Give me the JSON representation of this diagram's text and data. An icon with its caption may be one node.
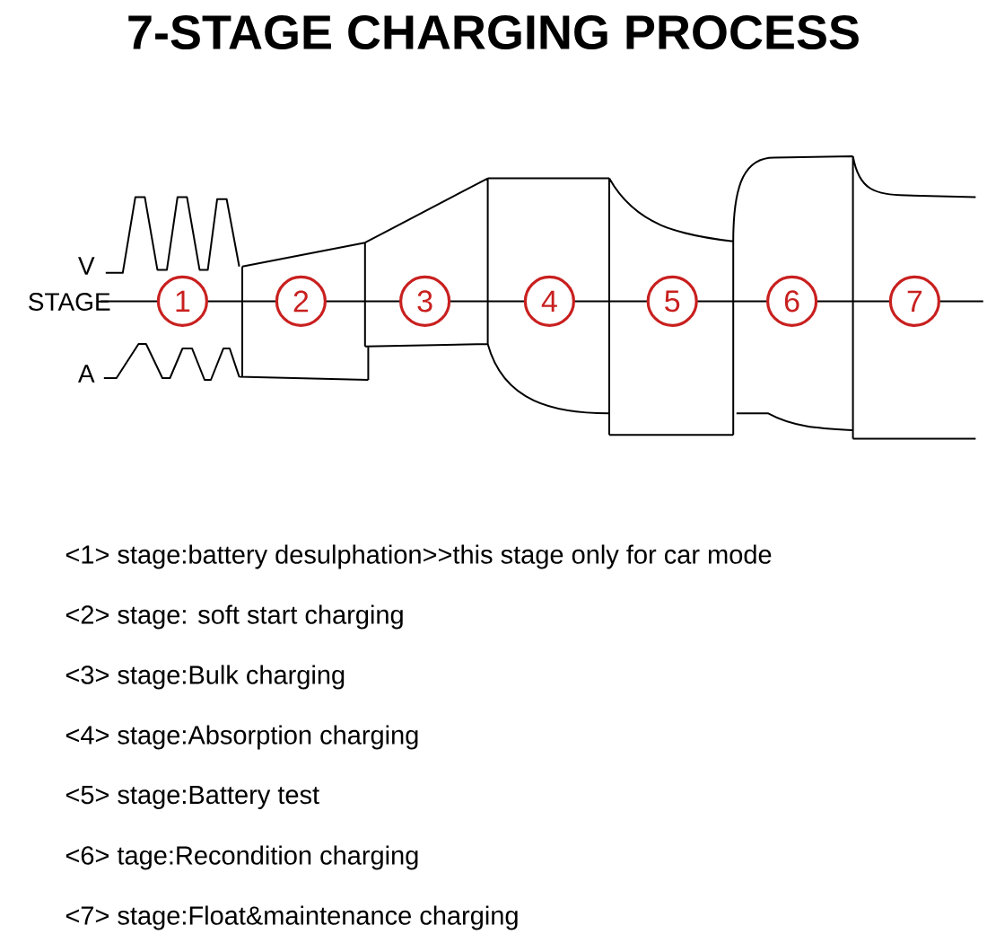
{
  "diagram": {
    "title": "7-STAGE CHARGING PROCESS",
    "nodes": [
      {
        "text": [
          "1"
        ]
      },
      {
        "text": [
          "2"
        ]
      },
      {
        "text": [
          "3"
        ]
      },
      {
        "text": [
          "4"
        ]
      },
      {
        "text": [
          "5"
        ]
      },
      {
        "text": [
          "6"
        ]
      },
      {
        "text": [
          "7"
        ]
      }
    ],
    "labels": [
      "V",
      "STAGE",
      "A",
      "<1> stage:battery desulphation>>this stage only for car mode",
      "<2> stage: soft start charging",
      "<3> stage:Bulk charging",
      "<4> stage:Absorption charging",
      "<5> stage:Battery test",
      "<6> tage:Recondition charging",
      "<7> stage:Float&maintenance charging"
    ]
  }
}
